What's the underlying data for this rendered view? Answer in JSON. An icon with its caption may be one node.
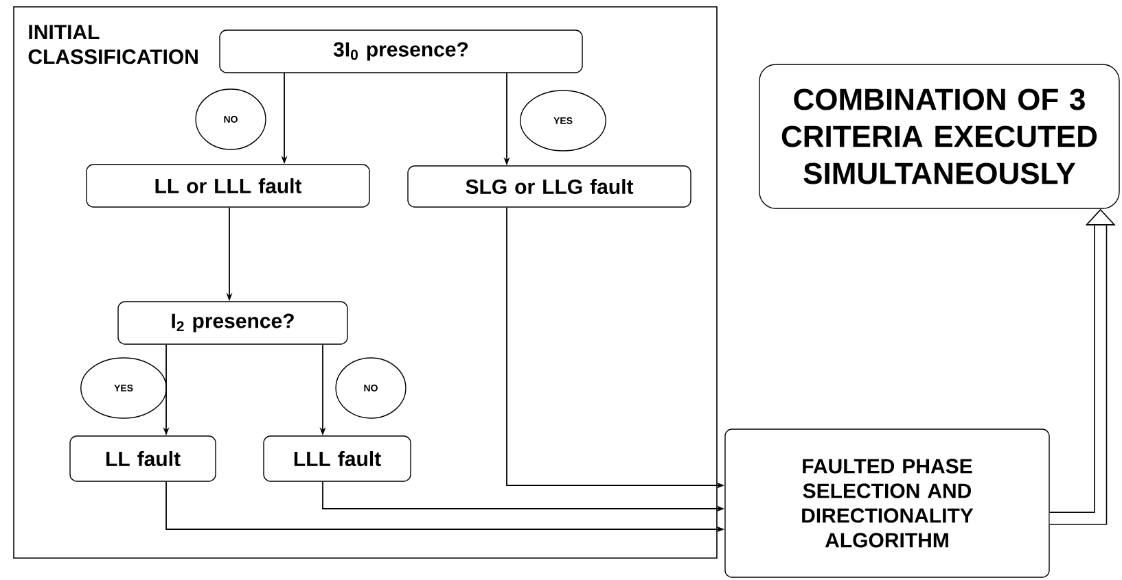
{
  "diagram": {
    "nodes": [
      {
        "text": [
          "INITIAL CLASSIFICATION"
        ]
      },
      {
        "text": [
          "3I$_{0}$ presence?"
        ],
        "in": 0
      },
      {
        "text": [
          "NO"
        ],
        "in": 0
      },
      {
        "text": [
          "YES"
        ],
        "in": 0
      },
      {
        "text": [
          "LL or LLL fault"
        ],
        "in": 0
      },
      {
        "text": [
          "SLG or LLG fault"
        ],
        "in": 0
      },
      {
        "text": [
          "I$_{2}$ presence?"
        ],
        "in": 0
      },
      {
        "text": [
          "YES"
        ],
        "in": 0
      },
      {
        "text": [
          "NO"
        ],
        "in": 0
      },
      {
        "text": [
          "LL fault"
        ],
        "in": 0
      },
      {
        "text": [
          "LLL fault"
        ],
        "in": 0
      },
      {
        "text": [
          "FAULTED PHASE SELECTION AND DIRECTIONALITY ALGORITHM"
        ]
      },
      {
        "text": [
          "COMBINATION OF 3 CRITERIA EXECUTED SIMULTANEOUSLY"
        ]
      }
    ],
    "edges": [
      {
        "from": 1,
        "to": 4,
        "arrow": "to"
      },
      {
        "from": 1,
        "to": 5,
        "arrow": "to"
      },
      {
        "from": 4,
        "to": 6,
        "arrow": "to"
      },
      {
        "from": 6,
        "to": 9,
        "arrow": "to"
      },
      {
        "from": 6,
        "to": 10,
        "arrow": "to"
      },
      {
        "from": 5,
        "to": 11,
        "arrow": "to"
      },
      {
        "from": 10,
        "to": 11,
        "arrow": "to"
      },
      {
        "from": 9,
        "to": 11,
        "arrow": "to"
      },
      {
        "from": 11,
        "to": 12,
        "arrow": "to",
        "style": "thick"
      }
    ]
  }
}
